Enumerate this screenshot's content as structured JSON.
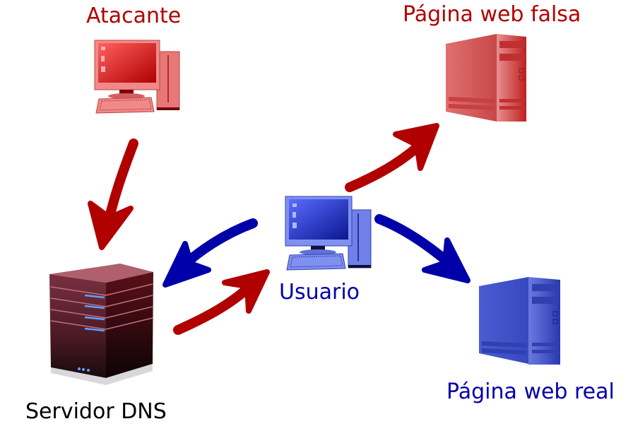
{
  "title": "DNS spoofing diagram",
  "nodes": {
    "attacker": {
      "label": "Atacante",
      "icon": "desktop-computer-icon",
      "color": "#b00000"
    },
    "fake_web": {
      "label": "Página web falsa",
      "icon": "server-tower-icon",
      "color": "#b00000"
    },
    "user": {
      "label": "Usuario",
      "icon": "desktop-computer-icon",
      "color": "#0000a8"
    },
    "dns_server": {
      "label": "Servidor DNS",
      "icon": "rack-server-icon",
      "color": "#000000"
    },
    "real_web": {
      "label": "Página web real",
      "icon": "server-tower-icon",
      "color": "#0000a8"
    }
  },
  "arrows": [
    {
      "from": "attacker",
      "to": "dns_server",
      "color": "#b00000"
    },
    {
      "from": "user",
      "to": "dns_server",
      "color": "#0000a8"
    },
    {
      "from": "dns_server",
      "to": "user",
      "color": "#b00000"
    },
    {
      "from": "user",
      "to": "fake_web",
      "color": "#b00000"
    },
    {
      "from": "user",
      "to": "real_web",
      "color": "#0000a8"
    }
  ]
}
